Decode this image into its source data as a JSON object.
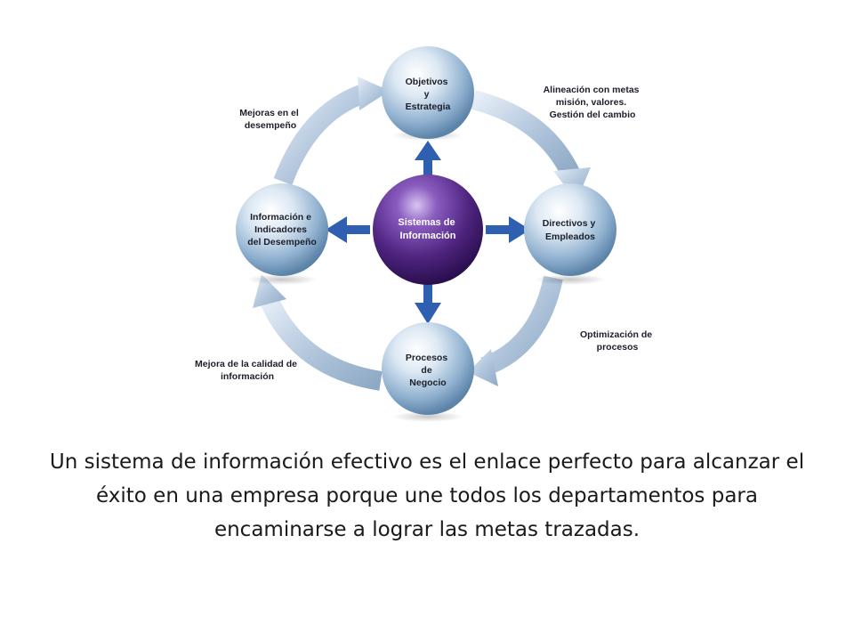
{
  "diagram": {
    "center": {
      "lines": [
        "Sistemas de",
        "Información"
      ]
    },
    "nodes": {
      "top": {
        "lines": [
          "Objetivos",
          "y",
          "Estrategia"
        ]
      },
      "right": {
        "lines": [
          "Directivos y",
          "Empleados"
        ]
      },
      "bottom": {
        "lines": [
          "Procesos",
          "de",
          "Negocio"
        ]
      },
      "left": {
        "lines": [
          "Información e",
          "Indicadores",
          "del Desempeño"
        ]
      }
    },
    "edges": {
      "top_right": {
        "lines": [
          "Alineación con metas",
          "misión, valores.",
          "Gestión del cambio"
        ]
      },
      "right_bottom": {
        "lines": [
          "Optimización de",
          "procesos"
        ]
      },
      "bottom_left": {
        "lines": [
          "Mejora de la calidad de",
          "información"
        ]
      },
      "left_top": {
        "lines": [
          "Mejoras en el",
          "desempeño"
        ]
      }
    },
    "colors": {
      "center_sphere": "#5a2d8c",
      "outer_sphere": "#9fb9d3",
      "inner_arrows": "#2f5fb0",
      "cycle_arrows": "#b9cbe0"
    }
  },
  "caption": "Un sistema de información efectivo es el enlace perfecto para alcanzar el éxito en una empresa porque une todos los departamentos para encaminarse a lograr las metas trazadas."
}
